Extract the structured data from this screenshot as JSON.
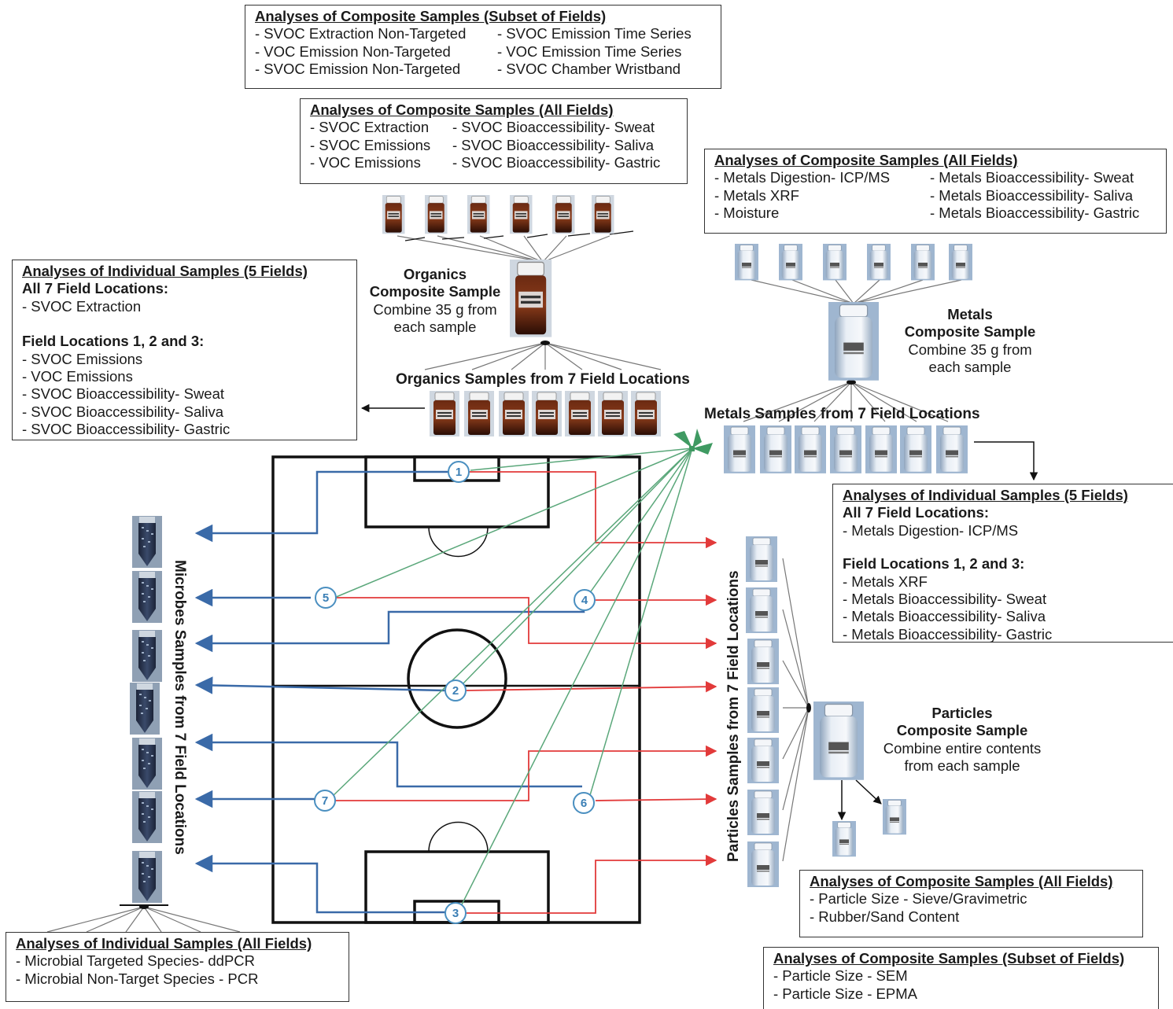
{
  "boxes": {
    "organics_subset": {
      "title": "Analyses of Composite Samples (Subset of Fields)",
      "col1": [
        "- SVOC Extraction Non-Targeted",
        "- VOC Emission Non-Targeted",
        "- SVOC Emission Non-Targeted"
      ],
      "col2": [
        "- SVOC Emission Time Series",
        "- VOC Emission Time Series",
        "- SVOC Chamber Wristband"
      ]
    },
    "organics_all": {
      "title": "Analyses of Composite Samples (All Fields)",
      "col1": [
        "- SVOC Extraction",
        "- SVOC Emissions",
        "- VOC Emissions"
      ],
      "col2": [
        "- SVOC Bioaccessibility- Sweat",
        "- SVOC Bioaccessibility- Saliva",
        "- SVOC Bioaccessibility- Gastric"
      ]
    },
    "organics_individual": {
      "title": "Analyses of Individual Samples (5 Fields)",
      "sub1": "All 7 Field Locations:",
      "list1": [
        "-  SVOC Extraction"
      ],
      "sub2": "Field Locations 1, 2 and 3:",
      "list2": [
        "- SVOC Emissions",
        "- VOC Emissions",
        "- SVOC Bioaccessibility- Sweat",
        "- SVOC Bioaccessibility- Saliva",
        "- SVOC Bioaccessibility- Gastric"
      ]
    },
    "metals_all": {
      "title": "Analyses of Composite Samples (All Fields)",
      "col1": [
        "- Metals Digestion- ICP/MS",
        "- Metals XRF",
        "- Moisture"
      ],
      "col2": [
        "- Metals Bioaccessibility- Sweat",
        "- Metals Bioaccessibility- Saliva",
        "- Metals Bioaccessibility- Gastric"
      ]
    },
    "metals_individual": {
      "title": "Analyses of Individual Samples (5 Fields)",
      "sub1": "All 7 Field Locations:",
      "list1": [
        "-  Metals Digestion- ICP/MS"
      ],
      "sub2": "Field Locations 1, 2 and 3:",
      "list2": [
        "- Metals XRF",
        "- Metals Bioaccessibility- Sweat",
        "- Metals Bioaccessibility- Saliva",
        "- Metals Bioaccessibility- Gastric"
      ]
    },
    "particles_all": {
      "title": "Analyses of Composite Samples (All Fields)",
      "list": [
        "- Particle Size - Sieve/Gravimetric",
        "- Rubber/Sand Content"
      ]
    },
    "particles_subset": {
      "title": "Analyses of Composite Samples (Subset of Fields)",
      "list": [
        "- Particle Size - SEM",
        "- Particle Size - EPMA"
      ]
    },
    "microbes_individual": {
      "title": "Analyses of Individual Samples (All Fields)",
      "list": [
        "- Microbial Targeted Species- ddPCR",
        "- Microbial Non-Target Species - PCR"
      ]
    }
  },
  "labels": {
    "organics_composite": {
      "line1": "Organics",
      "line2": "Composite Sample",
      "line3": "Combine 35 g from",
      "line4": "each sample"
    },
    "metals_composite": {
      "line1": "Metals",
      "line2": "Composite Sample",
      "line3": "Combine 35 g from",
      "line4": "each sample"
    },
    "particles_composite": {
      "line1": "Particles",
      "line2": "Composite Sample",
      "line3": "Combine entire contents",
      "line4": "from each sample"
    },
    "organics_samples": "Organics Samples from 7 Field Locations",
    "metals_samples": "Metals Samples from 7 Field Locations",
    "microbes_samples": "Microbes Samples from 7 Field Locations",
    "particles_samples": "Particles Samples from 7 Field Locations"
  },
  "field_locations": [
    "1",
    "2",
    "3",
    "4",
    "5",
    "6",
    "7"
  ],
  "colors": {
    "organics_line": "#5aa77a",
    "metals_line": "#d9363e",
    "microbes_line": "#3a6aa8",
    "field_outline": "#111111",
    "marker": "#4a8fc0"
  }
}
